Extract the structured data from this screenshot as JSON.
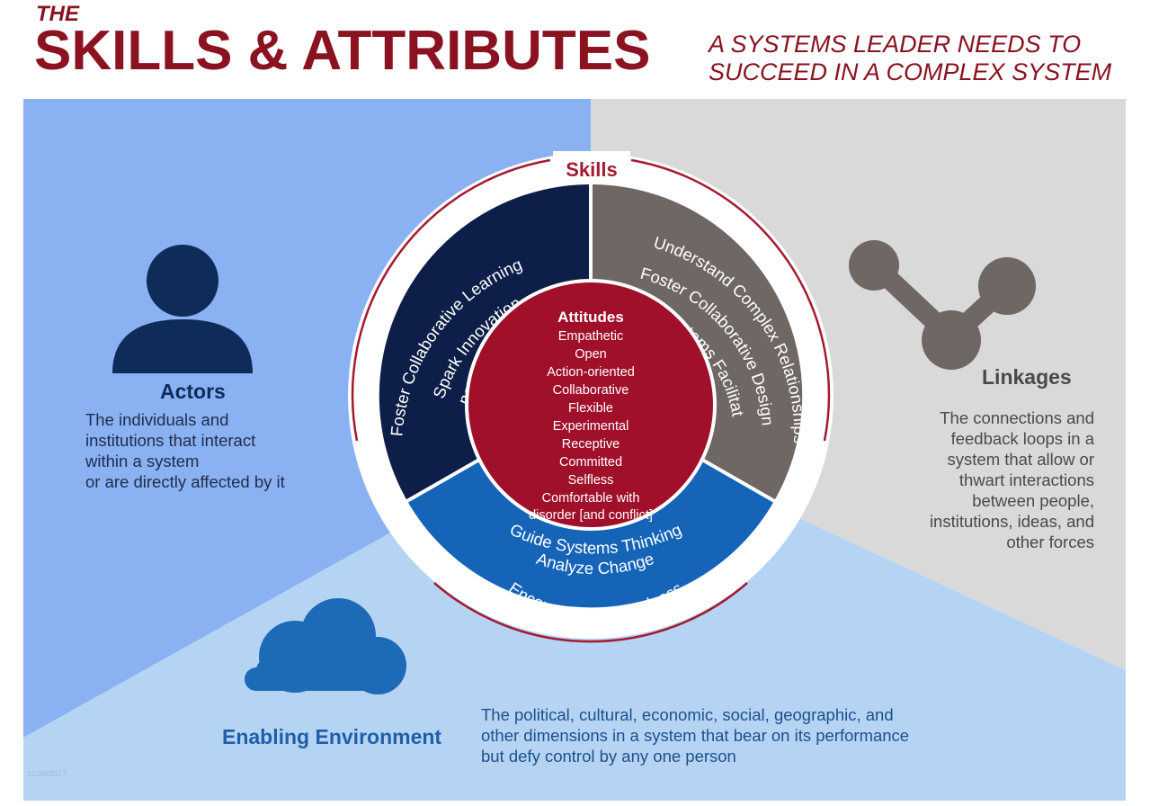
{
  "header": {
    "the": "THE",
    "title": "SKILLS & ATTRIBUTES",
    "subtitle_line1": "A SYSTEMS LEADER NEEDS TO",
    "subtitle_line2": "SUCCEED IN A COMPLEX SYSTEM"
  },
  "skills_label": "Skills",
  "attitudes": {
    "title": "Attitudes",
    "items": [
      "Empathetic",
      "Open",
      "Action-oriented",
      "Collaborative",
      "Flexible",
      "Experimental",
      "Receptive",
      "Committed",
      "Selfless",
      "Comfortable with",
      "disorder [and conflict]"
    ]
  },
  "segments": {
    "actors_skills": [
      "Foster Collaborative Learning",
      "Spark Innovation",
      "Encourage Empathy"
    ],
    "linkages_skills": [
      "Understand Complex Relationships",
      "Foster Collaborative Design",
      "Develop Systems Facilitators"
    ],
    "environment_skills": [
      "Guide Systems Thinking",
      "Analyze Change",
      "Encourage Preparedness"
    ]
  },
  "regions": {
    "actors": {
      "title": "Actors",
      "description": "The individuals and\ninstitutions that interact\nwithin a system\nor are directly affected by it"
    },
    "linkages": {
      "title": "Linkages",
      "description": "The connections and\nfeedback loops in a\nsystem that allow or\nthwart interactions\nbetween people,\ninstitutions, ideas, and\nother forces"
    },
    "environment": {
      "title": "Enabling Environment",
      "description": "The political, cultural, economic, social, geographic,  and\nother dimensions in a system that bear on its performance\nbut defy control by any one person"
    }
  },
  "date_mark": "11/30/2017",
  "colors": {
    "title_red": "#8b1220",
    "actors_bg": "#8ab1f2",
    "linkages_bg": "#d9d9d9",
    "environment_bg": "#b5d4f4",
    "navy_segment": "#0d1f48",
    "gray_segment": "#6e6764",
    "blue_segment": "#1564b8",
    "center_red": "#a0102a"
  },
  "icons": {
    "actors": "person-icon",
    "linkages": "network-nodes-icon",
    "environment": "cloud-icon"
  }
}
